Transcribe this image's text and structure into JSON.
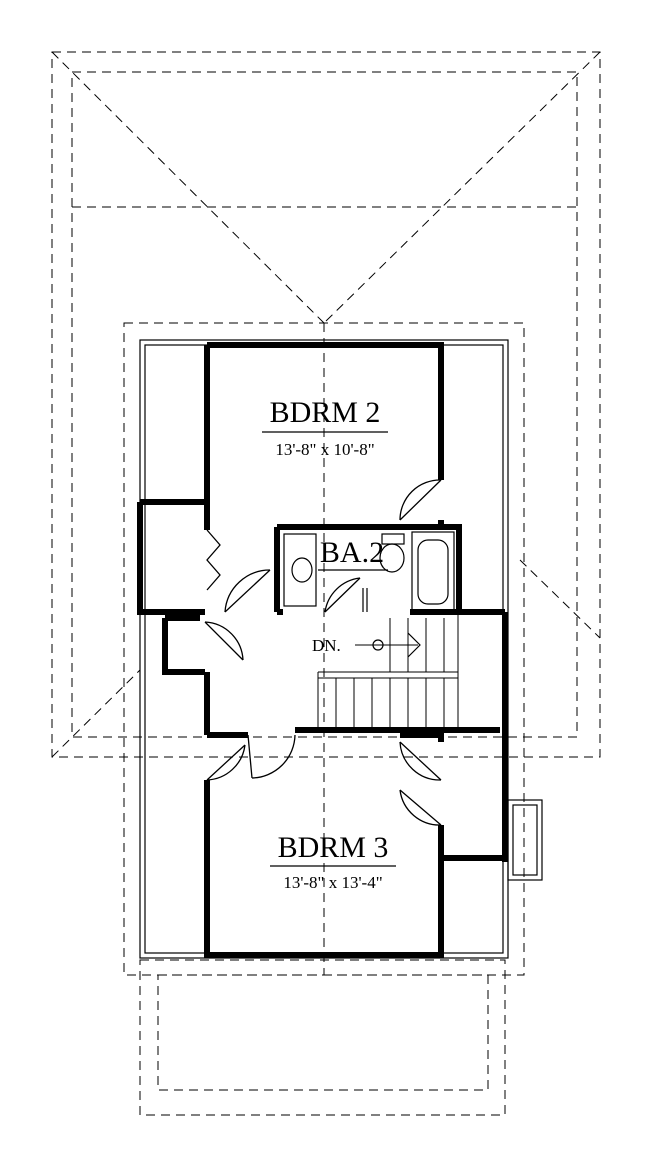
{
  "rooms": {
    "bdrm2": {
      "name": "BDRM 2",
      "dims": "13'-8\" x 10'-8\""
    },
    "bath2": {
      "name": "BA.2"
    },
    "bdrm3": {
      "name": "BDRM 3",
      "dims": "13'-8\" x 13'-4\""
    }
  },
  "stairs": {
    "label": "DN."
  }
}
